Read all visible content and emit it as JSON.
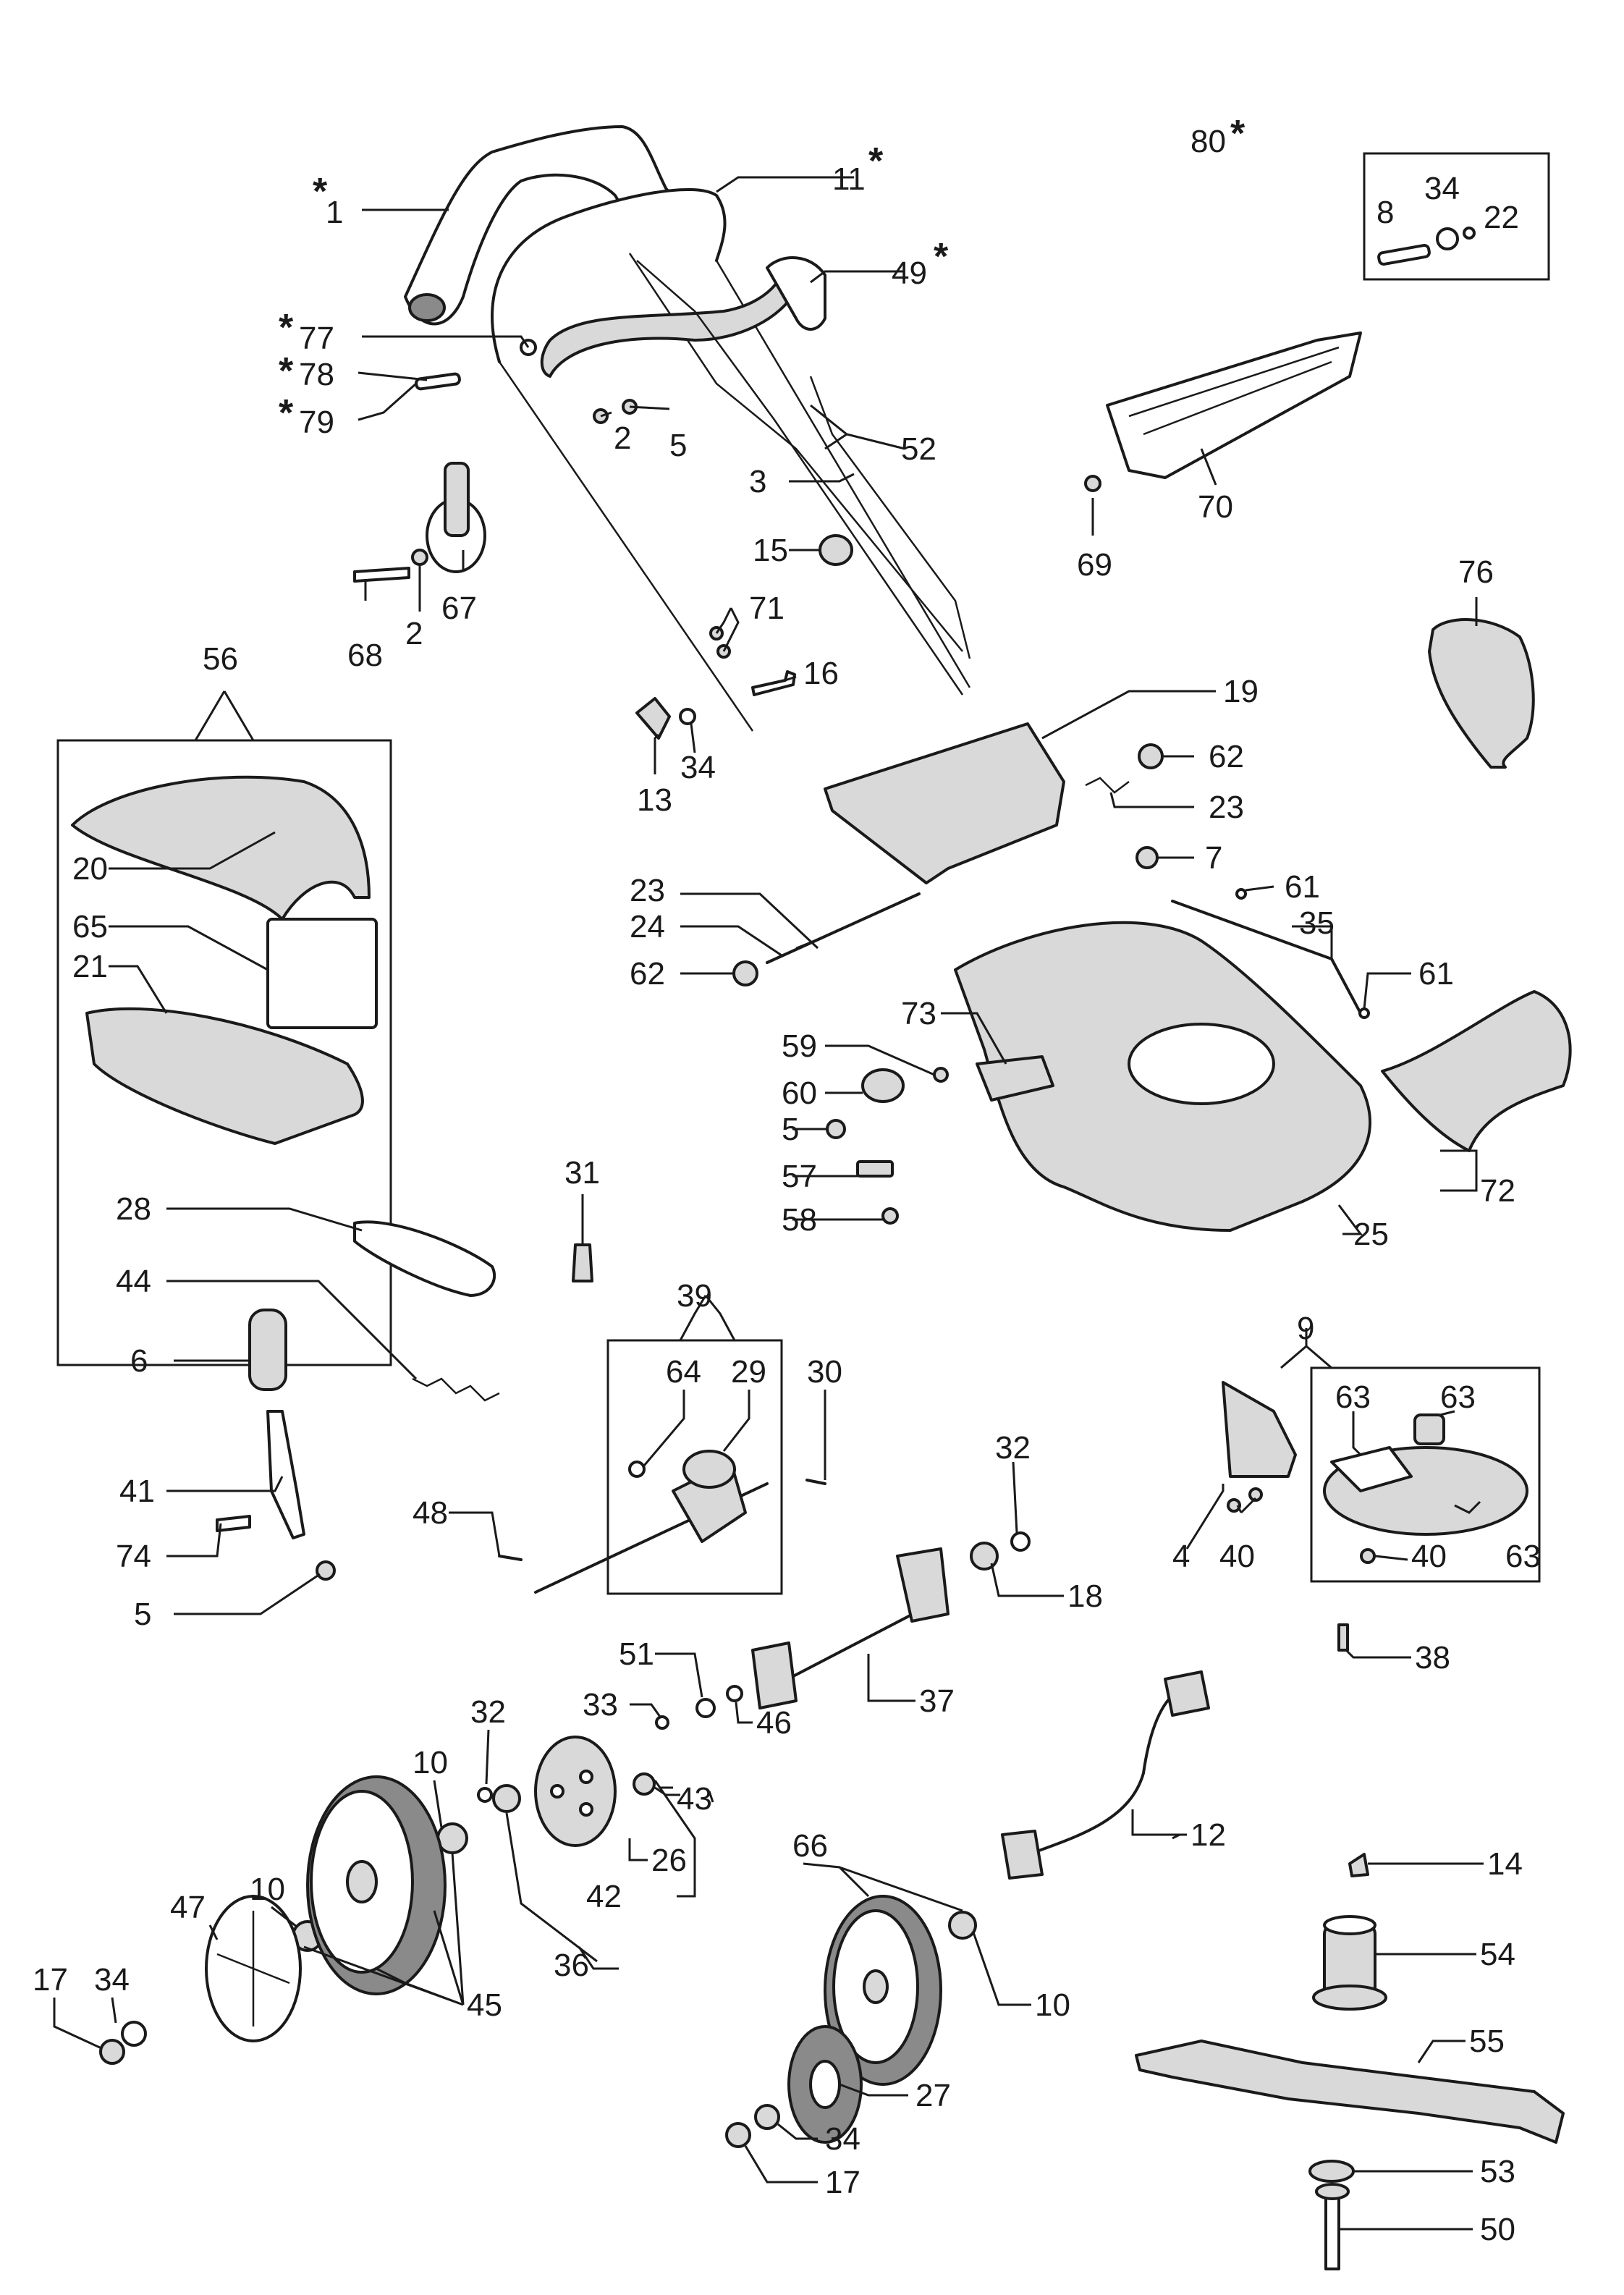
{
  "footnote_marker": "*",
  "labels": {
    "l80": "80",
    "l1": "1",
    "l11": "11",
    "l8": "8",
    "l34a": "34",
    "l22": "22",
    "l49": "49",
    "l77": "77",
    "l78": "78",
    "l79": "79",
    "l2a": "2",
    "l5a": "5",
    "l52": "52",
    "l3": "3",
    "l70": "70",
    "l69": "69",
    "l15": "15",
    "l71": "71",
    "l68": "68",
    "l2b": "2",
    "l67": "67",
    "l16": "16",
    "l76": "76",
    "l56": "56",
    "l19": "19",
    "l13": "13",
    "l34b": "34",
    "l62a": "62",
    "l20": "20",
    "l23a": "23",
    "l7": "7",
    "l61a": "61",
    "l65": "65",
    "l23b": "23",
    "l35": "35",
    "l21": "21",
    "l24": "24",
    "l62b": "62",
    "l61b": "61",
    "l73": "73",
    "l59": "59",
    "l60": "60",
    "l5b": "5",
    "l57": "57",
    "l72": "72",
    "l58": "58",
    "l25": "25",
    "l31": "31",
    "l28": "28",
    "l44": "44",
    "l39": "39",
    "l9": "9",
    "l6": "6",
    "l64": "64",
    "l29": "29",
    "l30": "30",
    "l63a": "63",
    "l63b": "63",
    "l32a": "32",
    "l41": "41",
    "l48": "48",
    "l74": "74",
    "l18": "18",
    "l4": "4",
    "l40a": "40",
    "l40b": "40",
    "l63c": "63",
    "l5c": "5",
    "l38": "38",
    "l51": "51",
    "l37": "37",
    "l33": "33",
    "l46": "46",
    "l43": "43",
    "l32b": "32",
    "l10a": "10",
    "l26": "26",
    "l12": "12",
    "l10b": "10",
    "l47": "47",
    "l42": "42",
    "l36": "36",
    "l66": "66",
    "l14": "14",
    "l17a": "17",
    "l34c": "34",
    "l54": "54",
    "l10c": "10",
    "l45": "45",
    "l55": "55",
    "l27": "27",
    "l34d": "34",
    "l53": "53",
    "l17b": "17",
    "l50": "50"
  }
}
